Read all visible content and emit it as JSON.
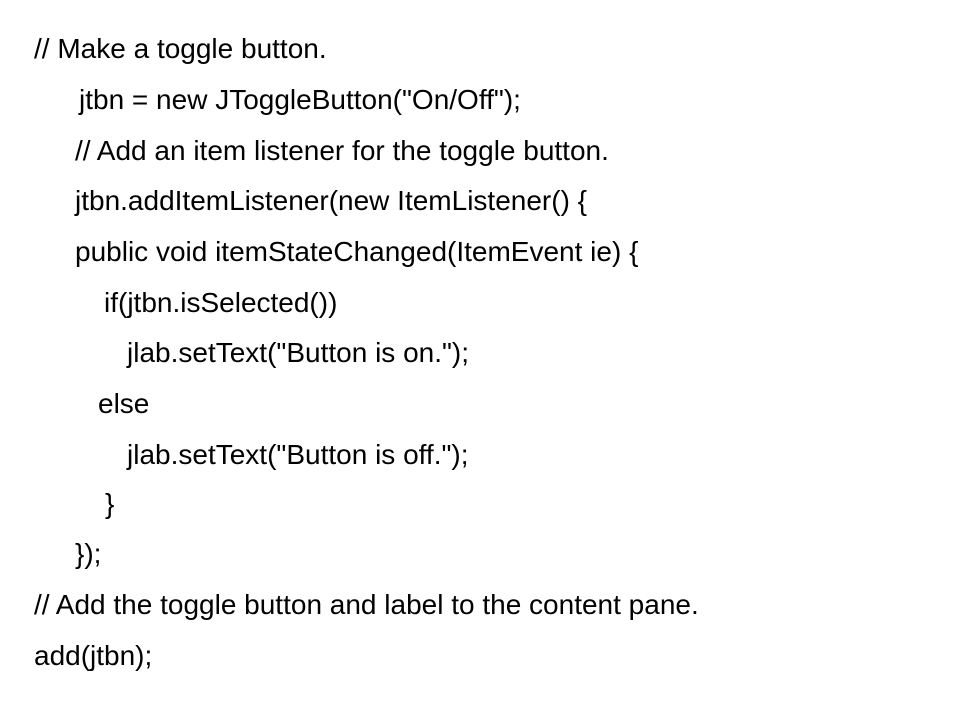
{
  "slide": {
    "code_lines": [
      "// Make a toggle button.",
      "jtbn = new JToggleButton(\"On/Off\");",
      "// Add an item listener for the toggle button.",
      "jtbn.addItemListener(new ItemListener() {",
      "public void itemStateChanged(ItemEvent ie) {",
      "if(jtbn.isSelected())",
      "jlab.setText(\"Button is on.\");",
      "else",
      "jlab.setText(\"Button is off.\");",
      "}",
      "});",
      "// Add the toggle button and label to the content pane.",
      "add(jtbn);"
    ]
  }
}
